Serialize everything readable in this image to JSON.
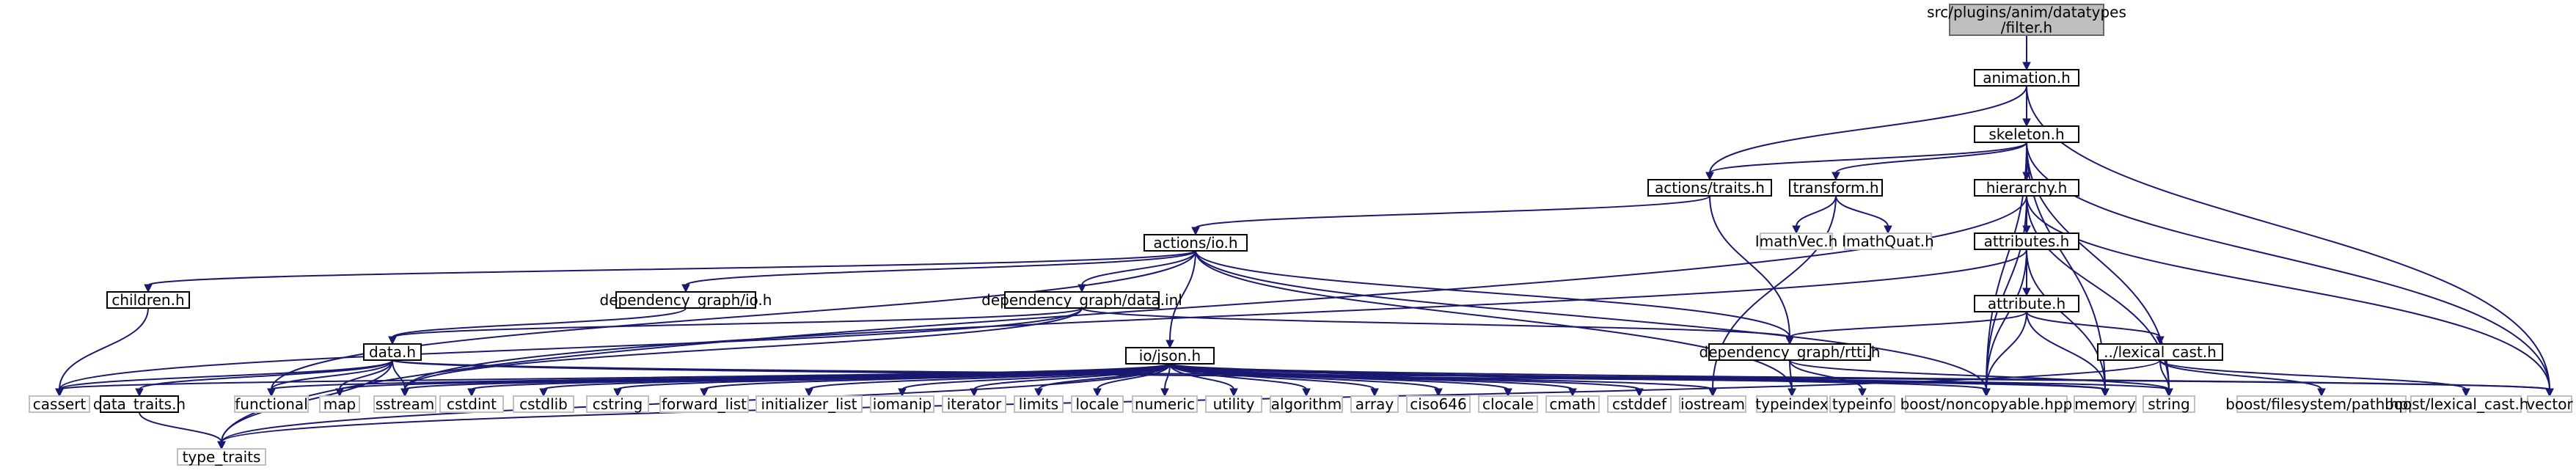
{
  "diagram": {
    "type": "include-dependency-graph",
    "nodes": [
      {
        "id": "root",
        "lines": [
          "src/plugins/anim/datatypes",
          "/filter.h"
        ],
        "kind": "root"
      },
      {
        "id": "animation",
        "lines": [
          "animation.h"
        ],
        "kind": "file"
      },
      {
        "id": "skeleton",
        "lines": [
          "skeleton.h"
        ],
        "kind": "file"
      },
      {
        "id": "actions_traits",
        "lines": [
          "actions/traits.h"
        ],
        "kind": "file"
      },
      {
        "id": "transform",
        "lines": [
          "transform.h"
        ],
        "kind": "file"
      },
      {
        "id": "hierarchy",
        "lines": [
          "hierarchy.h"
        ],
        "kind": "file"
      },
      {
        "id": "actions_io",
        "lines": [
          "actions/io.h"
        ],
        "kind": "file"
      },
      {
        "id": "imathvec",
        "lines": [
          "ImathVec.h"
        ],
        "kind": "system"
      },
      {
        "id": "imathquat",
        "lines": [
          "ImathQuat.h"
        ],
        "kind": "system"
      },
      {
        "id": "attributes",
        "lines": [
          "attributes.h"
        ],
        "kind": "file"
      },
      {
        "id": "children",
        "lines": [
          "children.h"
        ],
        "kind": "file"
      },
      {
        "id": "dg_io",
        "lines": [
          "dependency_graph/io.h"
        ],
        "kind": "file"
      },
      {
        "id": "dg_data",
        "lines": [
          "dependency_graph/data.inl"
        ],
        "kind": "file"
      },
      {
        "id": "attribute",
        "lines": [
          "attribute.h"
        ],
        "kind": "file"
      },
      {
        "id": "data",
        "lines": [
          "data.h"
        ],
        "kind": "file"
      },
      {
        "id": "io_json",
        "lines": [
          "io/json.h"
        ],
        "kind": "file"
      },
      {
        "id": "dg_rtti",
        "lines": [
          "dependency_graph/rtti.h"
        ],
        "kind": "file"
      },
      {
        "id": "lexical_cast",
        "lines": [
          "../lexical_cast.h"
        ],
        "kind": "file"
      },
      {
        "id": "cassert",
        "lines": [
          "cassert"
        ],
        "kind": "system"
      },
      {
        "id": "data_traits",
        "lines": [
          "data_traits.h"
        ],
        "kind": "file"
      },
      {
        "id": "functional",
        "lines": [
          "functional"
        ],
        "kind": "system"
      },
      {
        "id": "map",
        "lines": [
          "map"
        ],
        "kind": "system"
      },
      {
        "id": "sstream",
        "lines": [
          "sstream"
        ],
        "kind": "system"
      },
      {
        "id": "cstdint",
        "lines": [
          "cstdint"
        ],
        "kind": "system"
      },
      {
        "id": "cstdlib",
        "lines": [
          "cstdlib"
        ],
        "kind": "system"
      },
      {
        "id": "cstring",
        "lines": [
          "cstring"
        ],
        "kind": "system"
      },
      {
        "id": "forward_list",
        "lines": [
          "forward_list"
        ],
        "kind": "system"
      },
      {
        "id": "initializer_list",
        "lines": [
          "initializer_list"
        ],
        "kind": "system"
      },
      {
        "id": "iomanip",
        "lines": [
          "iomanip"
        ],
        "kind": "system"
      },
      {
        "id": "iterator",
        "lines": [
          "iterator"
        ],
        "kind": "system"
      },
      {
        "id": "limits",
        "lines": [
          "limits"
        ],
        "kind": "system"
      },
      {
        "id": "locale",
        "lines": [
          "locale"
        ],
        "kind": "system"
      },
      {
        "id": "numeric",
        "lines": [
          "numeric"
        ],
        "kind": "system"
      },
      {
        "id": "utility",
        "lines": [
          "utility"
        ],
        "kind": "system"
      },
      {
        "id": "algorithm",
        "lines": [
          "algorithm"
        ],
        "kind": "system"
      },
      {
        "id": "array",
        "lines": [
          "array"
        ],
        "kind": "system"
      },
      {
        "id": "ciso646",
        "lines": [
          "ciso646"
        ],
        "kind": "system"
      },
      {
        "id": "clocale",
        "lines": [
          "clocale"
        ],
        "kind": "system"
      },
      {
        "id": "cmath",
        "lines": [
          "cmath"
        ],
        "kind": "system"
      },
      {
        "id": "cstddef",
        "lines": [
          "cstddef"
        ],
        "kind": "system"
      },
      {
        "id": "iostream",
        "lines": [
          "iostream"
        ],
        "kind": "system"
      },
      {
        "id": "typeindex",
        "lines": [
          "typeindex"
        ],
        "kind": "system"
      },
      {
        "id": "typeinfo",
        "lines": [
          "typeinfo"
        ],
        "kind": "system"
      },
      {
        "id": "boost_noncopyable",
        "lines": [
          "boost/noncopyable.hpp"
        ],
        "kind": "system"
      },
      {
        "id": "memory",
        "lines": [
          "memory"
        ],
        "kind": "system"
      },
      {
        "id": "string",
        "lines": [
          "string"
        ],
        "kind": "system"
      },
      {
        "id": "boost_filesystem",
        "lines": [
          "boost/filesystem/path.hpp"
        ],
        "kind": "system"
      },
      {
        "id": "boost_lexical_cast",
        "lines": [
          "boost/lexical_cast.hpp"
        ],
        "kind": "system"
      },
      {
        "id": "vector",
        "lines": [
          "vector"
        ],
        "kind": "system"
      },
      {
        "id": "type_traits",
        "lines": [
          "type_traits"
        ],
        "kind": "system"
      }
    ]
  }
}
